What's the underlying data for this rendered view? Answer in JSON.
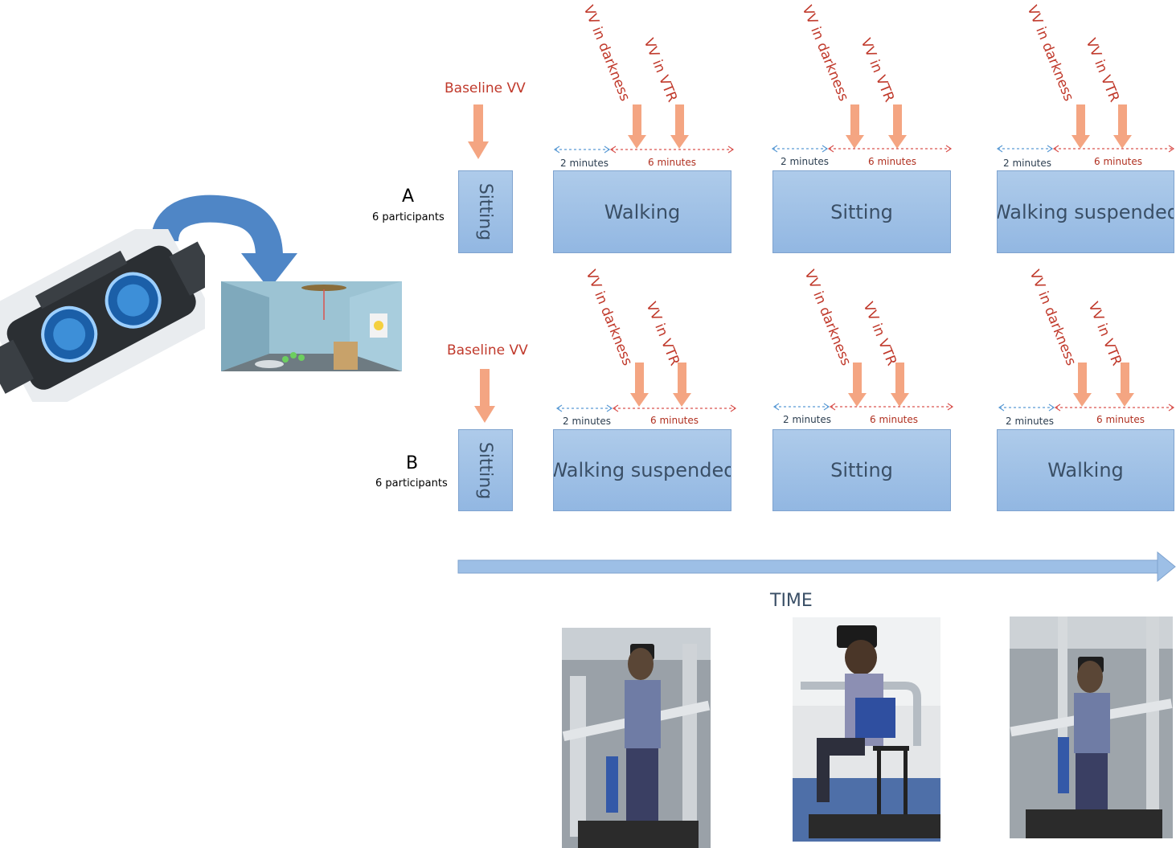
{
  "left": {
    "headset_icon": "vr-headset-image",
    "vr_room_icon": "vr-room-image"
  },
  "baseline_label": "Baseline VV",
  "vv_darkness": "VV in darkness",
  "vv_vtr": "VV in VTR",
  "dur_2": "2 minutes",
  "dur_6": "6 minutes",
  "group_a": {
    "letter": "A",
    "participants": "6 participants",
    "baseline_box": "Sitting",
    "conditions": [
      "Walking",
      "Sitting",
      "Walking suspended"
    ]
  },
  "group_b": {
    "letter": "B",
    "participants": "6 participants",
    "baseline_box": "Sitting",
    "conditions": [
      "Walking suspended",
      "Sitting",
      "Walking"
    ]
  },
  "time_label": "TIME",
  "photos": [
    "walking-photo",
    "sitting-photo",
    "walking-suspended-photo"
  ],
  "colors": {
    "box_fill": "#9dbfe6",
    "arrow_orange": "#f4a582",
    "label_red": "#c0392b",
    "time_arrow": "#9dbfe6"
  }
}
